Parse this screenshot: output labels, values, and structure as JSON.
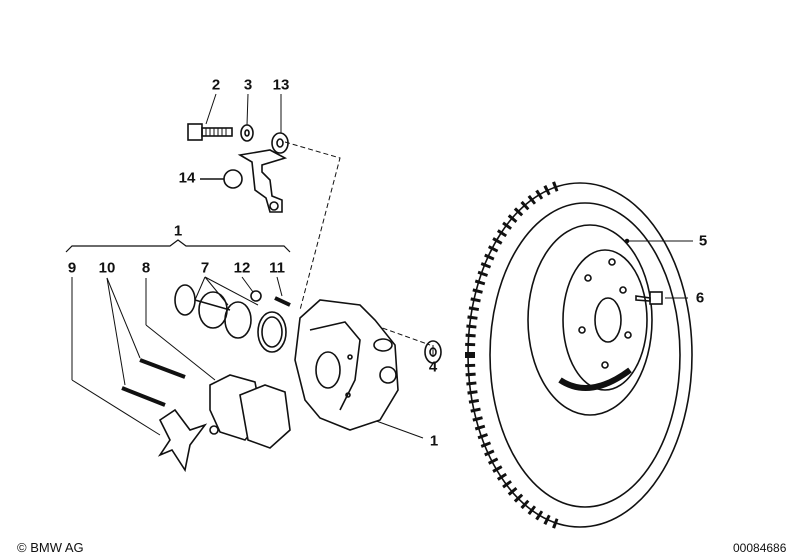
{
  "callouts": {
    "c2": "2",
    "c3": "3",
    "c13": "13",
    "c14": "14",
    "c1_group": "1",
    "c9": "9",
    "c10": "10",
    "c8": "8",
    "c7": "7",
    "c12": "12",
    "c11": "11",
    "c5": "5",
    "c6": "6",
    "c4": "4",
    "c1_caliper": "1"
  },
  "footer": {
    "copyright": "© BMW AG",
    "diagram_id": "00084686"
  }
}
